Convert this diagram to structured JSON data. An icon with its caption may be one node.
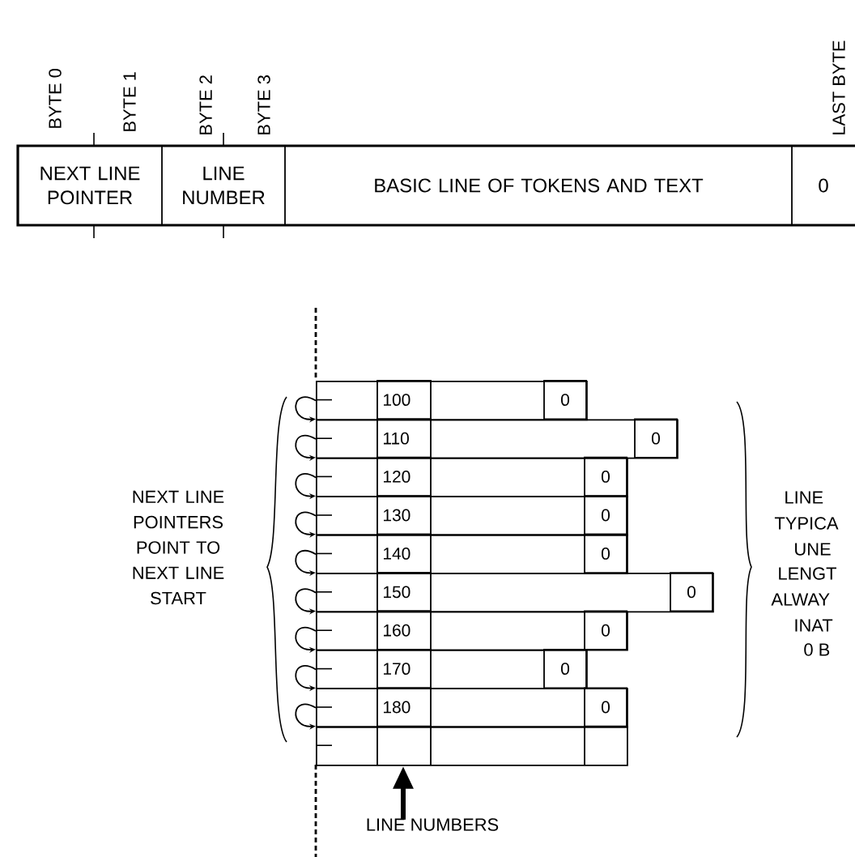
{
  "diagram": {
    "nodes": [
      {
        "text": [
          "NEXT LINE POINTER"
        ]
      },
      {
        "text": [
          "LINE NUMBER"
        ]
      },
      {
        "text": [
          "BASIC LINE OF TOKENS AND TEXT"
        ]
      },
      {
        "text": [
          "0"
        ]
      },
      {
        "text": [],
        "shape": "box"
      },
      {
        "text": [
          "100"
        ],
        "in": 4
      },
      {
        "text": [
          "0"
        ],
        "in": 4
      },
      {
        "text": [],
        "shape": "box"
      },
      {
        "text": [
          "110"
        ],
        "in": 7
      },
      {
        "text": [
          "0"
        ],
        "in": 7
      },
      {
        "text": [],
        "shape": "box"
      },
      {
        "text": [
          "120"
        ],
        "in": 10
      },
      {
        "text": [
          "0"
        ],
        "in": 10
      },
      {
        "text": [],
        "shape": "box"
      },
      {
        "text": [
          "130"
        ],
        "in": 13
      },
      {
        "text": [
          "0"
        ],
        "in": 13
      },
      {
        "text": [],
        "shape": "box"
      },
      {
        "text": [
          "140"
        ],
        "in": 16
      },
      {
        "text": [
          "0"
        ],
        "in": 16
      },
      {
        "text": [],
        "shape": "box"
      },
      {
        "text": [
          "150"
        ],
        "in": 19
      },
      {
        "text": [
          "0"
        ],
        "in": 19
      },
      {
        "text": [],
        "shape": "box"
      },
      {
        "text": [
          "160"
        ],
        "in": 22
      },
      {
        "text": [
          "0"
        ],
        "in": 22
      },
      {
        "text": [],
        "shape": "box"
      },
      {
        "text": [
          "170"
        ],
        "in": 25
      },
      {
        "text": [
          "0"
        ],
        "in": 25
      },
      {
        "text": [],
        "shape": "box"
      },
      {
        "text": [
          "180"
        ],
        "in": 28
      },
      {
        "text": [
          "0"
        ],
        "in": 28
      },
      {
        "text": [],
        "shape": "box"
      },
      {
        "text": [
          "LINE NUMBERS"
        ]
      }
    ],
    "edges": [
      {
        "from": 4,
        "to": 7,
        "arrow": "to"
      },
      {
        "from": 7,
        "to": 10,
        "arrow": "to"
      },
      {
        "from": 10,
        "to": 13,
        "arrow": "to"
      },
      {
        "from": 13,
        "to": 16,
        "arrow": "to"
      },
      {
        "from": 16,
        "to": 19,
        "arrow": "to"
      },
      {
        "from": 19,
        "to": 22,
        "arrow": "to"
      },
      {
        "from": 22,
        "to": 25,
        "arrow": "to"
      },
      {
        "from": 25,
        "to": 28,
        "arrow": "to"
      },
      {
        "from": 28,
        "to": 31,
        "arrow": "to"
      },
      {
        "from": 32,
        "to": 31,
        "arrow": "to",
        "style": "thick"
      }
    ],
    "labels": [
      "BYTE 0",
      "BYTE 1",
      "BYTE 2",
      "BYTE 3",
      "LAST BYTE",
      "NEXT LINE POINTERS POINT TO NEXT LINE START",
      "LINE",
      "TYPICA",
      "UNE",
      "LENGT",
      "ALWAY",
      "INAT",
      "0 B"
    ]
  }
}
